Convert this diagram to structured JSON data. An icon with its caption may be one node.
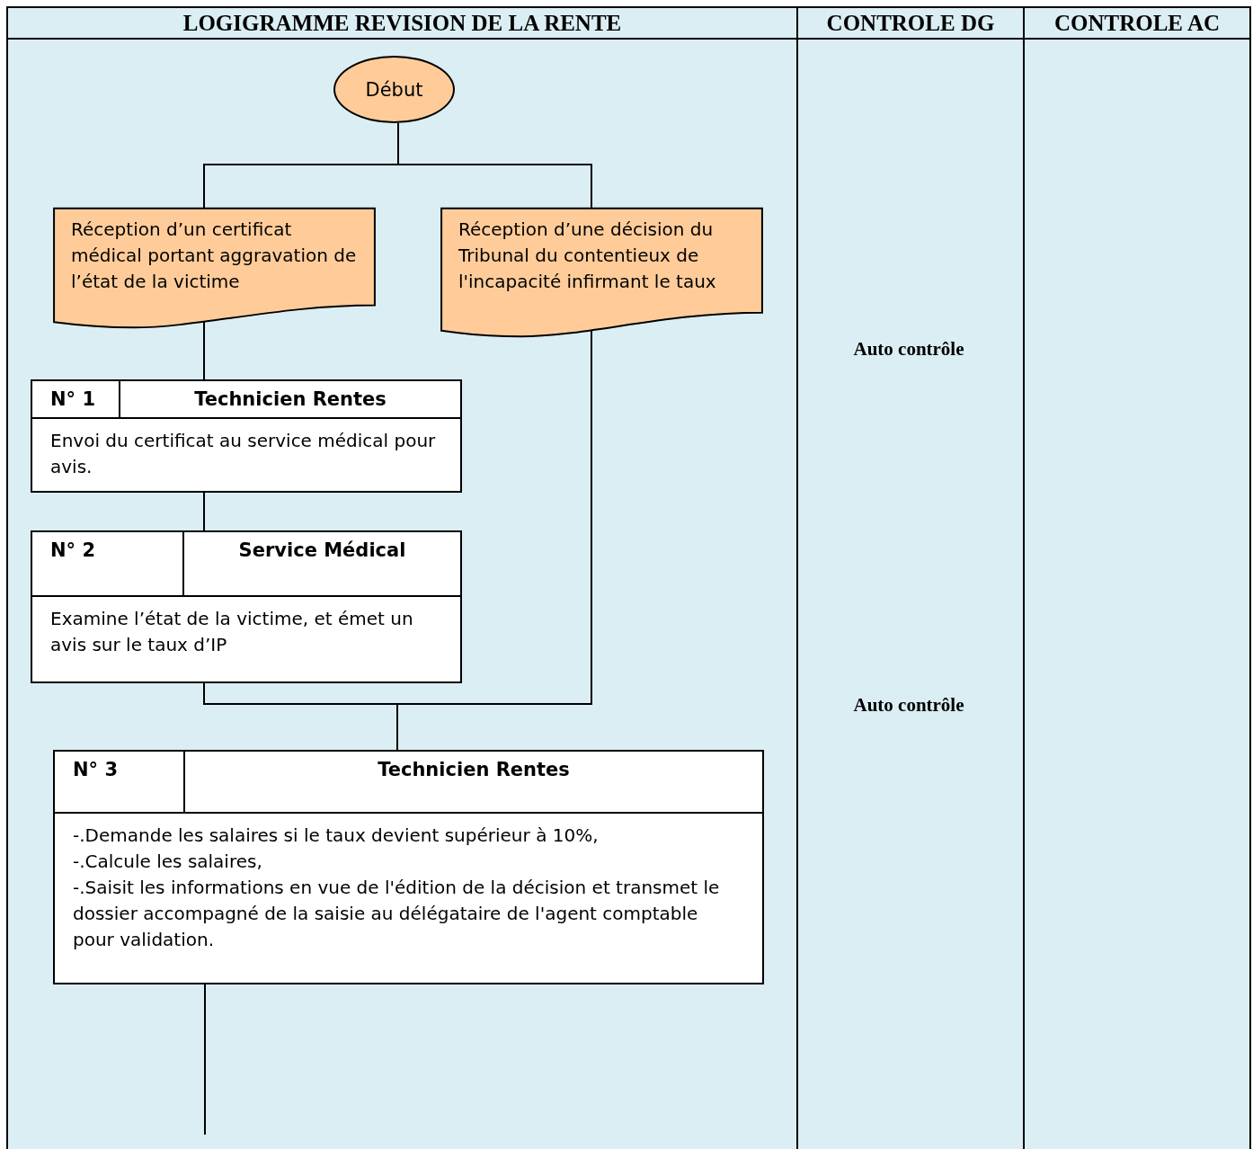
{
  "diagram": {
    "nodes": [
      {
        "text": [
          "Début"
        ]
      },
      {
        "text": [
          "Réception d’un certificat médical portant aggravation de l’état de la victime"
        ]
      },
      {
        "text": [
          "Réception d’une décision du Tribunal du contentieux de l'incapacité infirmant le taux"
        ]
      },
      {
        "text": [
          "N° 1",
          "Technicien Rentes",
          "Envoi du certificat au service médical pour avis."
        ]
      },
      {
        "text": [
          "N° 2",
          "Service Médical",
          "Examine l’état de la victime, et émet un avis sur le taux d’IP"
        ]
      },
      {
        "text": [
          "N° 3",
          "Technicien Rentes",
          "-.Demande les salaires si le taux devient supérieur à 10%,",
          "-.Calcule les salaires,",
          "-.Saisit les informations en vue de l'édition de la décision et transmet le dossier accompagné de la saisie au délégataire de l'agent comptable pour validation."
        ]
      }
    ],
    "edges": [
      {
        "from": 0,
        "to": 1,
        "arrow": "none"
      },
      {
        "from": 0,
        "to": 2,
        "arrow": "none"
      },
      {
        "from": 1,
        "to": 3,
        "arrow": "none"
      },
      {
        "from": 3,
        "to": 4,
        "arrow": "none"
      },
      {
        "from": 4,
        "to": 5,
        "arrow": "none"
      },
      {
        "from": 2,
        "to": 5,
        "arrow": "none"
      },
      {
        "from": 5,
        "to": null,
        "arrow": "none"
      }
    ],
    "labels": [
      "LOGIGRAMME REVISION DE LA RENTE",
      "CONTROLE DG",
      "CONTROLE AC",
      "Auto contrôle",
      "Auto contrôle"
    ]
  }
}
